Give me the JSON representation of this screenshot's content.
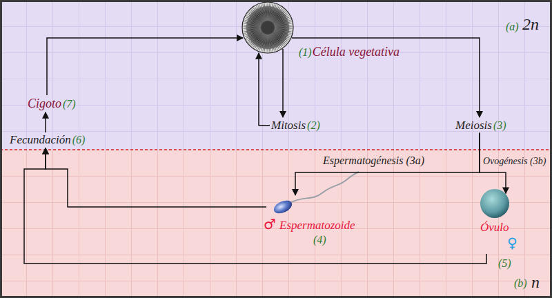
{
  "diagram": {
    "nodes": [
      {
        "text": [
          "(1)",
          "Célula vegetativa"
        ]
      },
      {
        "text": [
          "Cigoto",
          "(7)"
        ]
      },
      {
        "text": [
          "Mitosis",
          "(2)"
        ]
      },
      {
        "text": [
          "Meiosis",
          "(3)"
        ]
      },
      {
        "text": [
          "Fecundación",
          "(6)"
        ]
      },
      {
        "text": [
          "♂",
          "Espermatozoide",
          "(4)"
        ]
      },
      {
        "text": [
          "Óvulo",
          "♀",
          "(5)"
        ]
      }
    ],
    "edges": [
      {
        "from": 1,
        "to": 0,
        "arrow": "to"
      },
      {
        "from": 0,
        "to": 2,
        "arrow": "to"
      },
      {
        "from": 2,
        "to": 0,
        "arrow": "to"
      },
      {
        "from": 0,
        "to": 3,
        "arrow": "to"
      },
      {
        "from": 3,
        "to": 5,
        "label": "Espermatogénesis (3a)",
        "arrow": "to"
      },
      {
        "from": 3,
        "to": 6,
        "label": "Ovogénesis (3b)",
        "arrow": "to"
      },
      {
        "from": 5,
        "to": 4,
        "arrow": "to"
      },
      {
        "from": 6,
        "to": 4,
        "arrow": "to"
      },
      {
        "from": 4,
        "to": 1,
        "arrow": "to"
      }
    ],
    "labels": [
      "(a)",
      "2n",
      "(b)",
      "n"
    ]
  }
}
